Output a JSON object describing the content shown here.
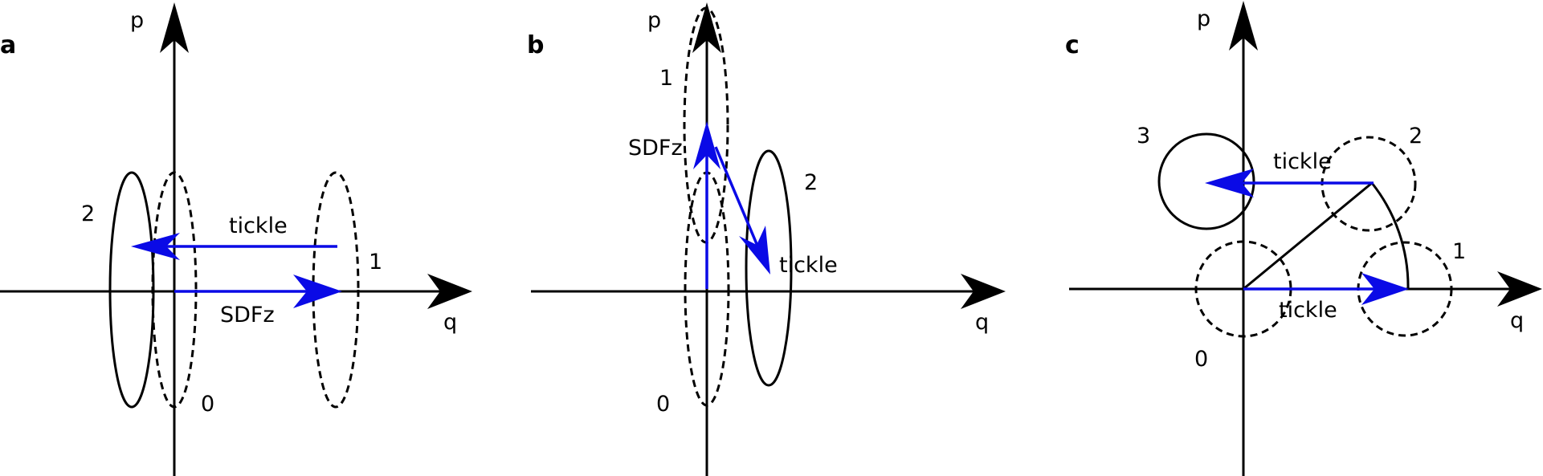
{
  "figure": {
    "colors": {
      "arrow": "#0a0ae6",
      "axis": "#000000",
      "background": "#ffffff"
    },
    "panels": [
      {
        "id": "a",
        "panel_label": "a",
        "axis_labels": {
          "p": "p",
          "q": "q"
        },
        "state_labels": {
          "s0": "0",
          "s1": "1",
          "s2": "2"
        },
        "arrow_labels": {
          "tickle": "tickle",
          "sdfz": "SDFz"
        }
      },
      {
        "id": "b",
        "panel_label": "b",
        "axis_labels": {
          "p": "p",
          "q": "q"
        },
        "state_labels": {
          "s0": "0",
          "s1": "1",
          "s2": "2"
        },
        "arrow_labels": {
          "tickle": "tickle",
          "sdfz": "SDFz"
        }
      },
      {
        "id": "c",
        "panel_label": "c",
        "axis_labels": {
          "p": "p",
          "q": "q"
        },
        "state_labels": {
          "s0": "0",
          "s1": "1",
          "s2": "2",
          "s3": "3"
        },
        "arrow_labels": {
          "tickle_upper": "tickle",
          "tickle_lower": "tickle"
        }
      }
    ]
  }
}
